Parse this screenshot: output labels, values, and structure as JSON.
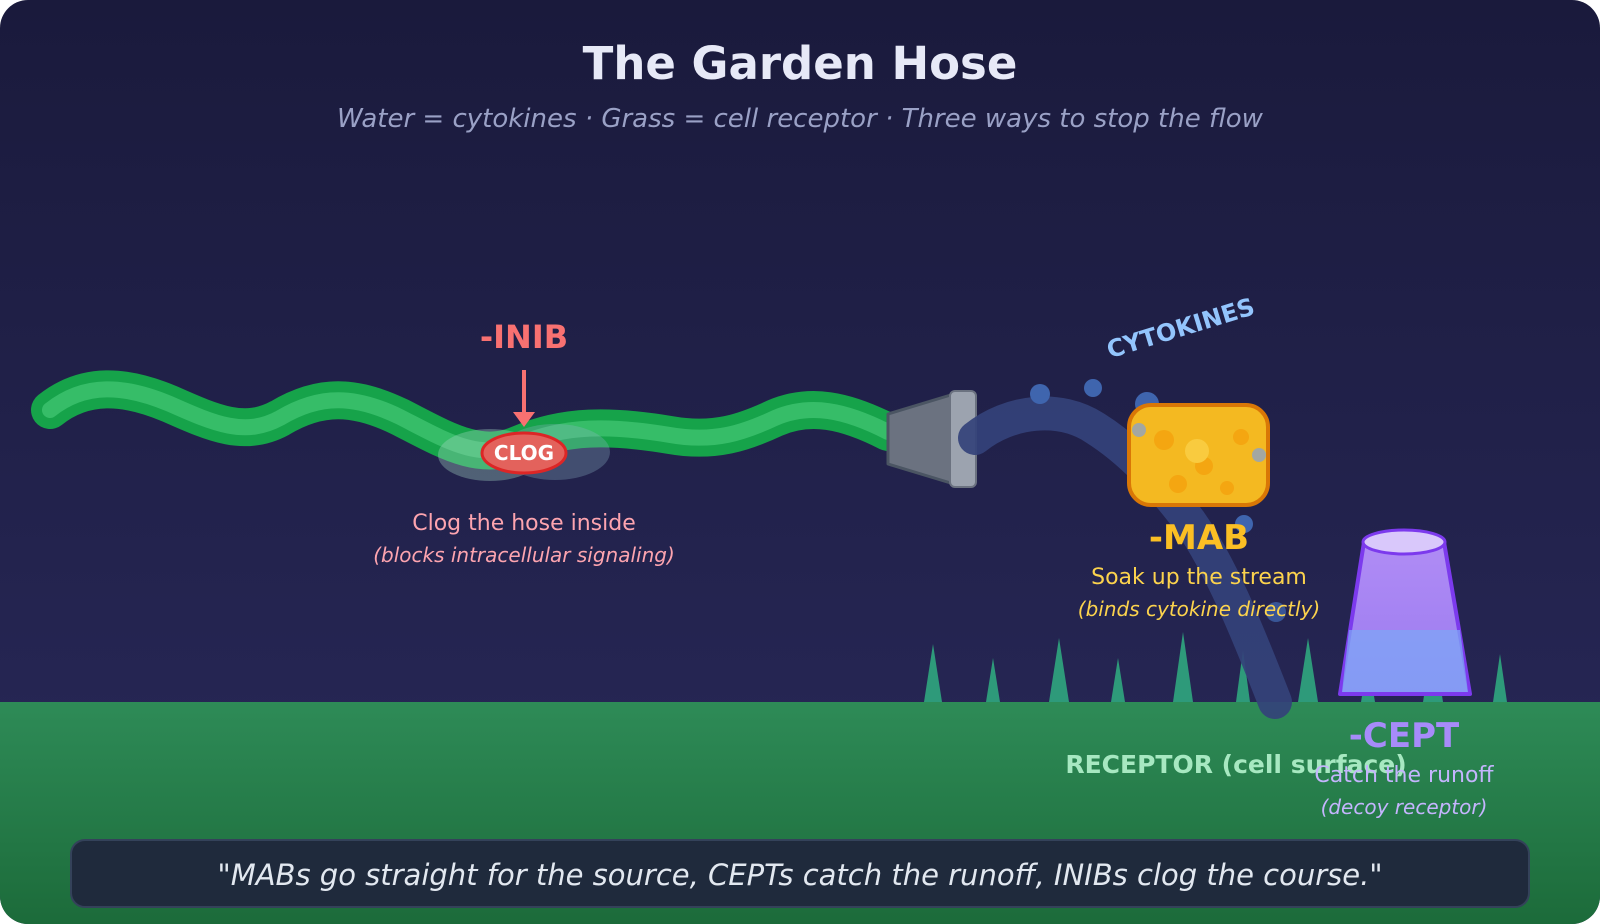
{
  "header": {
    "title": "The Garden Hose",
    "subtitle": "Water = cytokines · Grass = cell receptor · Three ways to stop the flow"
  },
  "stream_label": "CYTOKINES",
  "inib": {
    "name": "-INIB",
    "badge": "CLOG",
    "caption": "Clog the hose inside",
    "detail": "(blocks intracellular signaling)",
    "color": "#f87171"
  },
  "mab": {
    "name": "-MAB",
    "caption": "Soak up the stream",
    "detail": "(binds cytokine directly)",
    "color": "#fbbf24"
  },
  "cept": {
    "name": "-CEPT",
    "caption": "Catch the runoff",
    "detail": "(decoy receptor)",
    "color": "#a78bfa"
  },
  "ground_label": "RECEPTOR (cell surface)",
  "quote": "\"MABs go straight for the source, CEPTs catch the runoff, INIBs clog the course.\"",
  "colors": {
    "background_top": "#1a1a3c",
    "background_bottom": "#29295a",
    "hose": "#16a34a",
    "grass": "#2e8b57",
    "water": "#34427a"
  }
}
